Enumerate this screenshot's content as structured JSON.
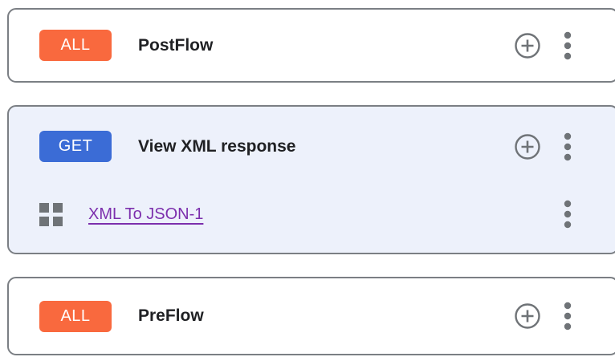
{
  "colors": {
    "badge_all": "#f9693e",
    "badge_get": "#3b6cd6",
    "selected_card_bg": "#edf1fb",
    "card_border": "#7b7f84",
    "icon_gray": "#6f7377",
    "title_text": "#202124",
    "policy_link": "#7c2fad"
  },
  "cards": [
    {
      "badge": {
        "label": "ALL",
        "color": "#f9693e"
      },
      "title": "PostFlow"
    },
    {
      "badge": {
        "label": "GET",
        "color": "#3b6cd6"
      },
      "title": "View XML response",
      "bg": "#edf1fb",
      "policy": {
        "label": "XML To JSON-1"
      }
    },
    {
      "badge": {
        "label": "ALL",
        "color": "#f9693e"
      },
      "title": "PreFlow"
    }
  ],
  "icons": {
    "add_step": "add-circle-outline",
    "more_menu": "vertical-ellipsis",
    "policy": "grid-2x2"
  }
}
